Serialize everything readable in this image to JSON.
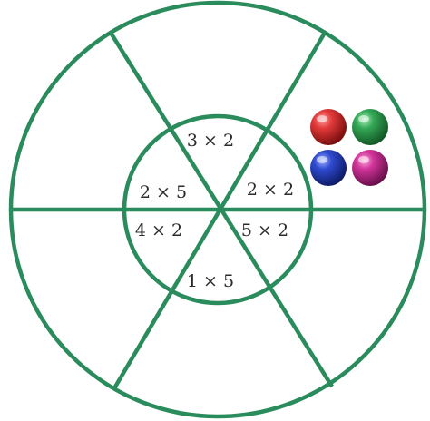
{
  "diagram": {
    "colors": {
      "line": "#2a8b5c",
      "text": "#2b2b2b",
      "background": "#ffffff"
    },
    "inner_labels": [
      {
        "text": "3 × 2"
      },
      {
        "text": "2 × 2"
      },
      {
        "text": "5 × 2"
      },
      {
        "text": "1 × 5"
      },
      {
        "text": "4 × 2"
      },
      {
        "text": "2 × 5"
      }
    ],
    "marbles": [
      {
        "name": "red-marble",
        "color": "#d42a2a"
      },
      {
        "name": "green-marble",
        "color": "#2f9a4e"
      },
      {
        "name": "blue-marble",
        "color": "#2a43b8"
      },
      {
        "name": "magenta-marble",
        "color": "#c42a8a"
      }
    ]
  }
}
